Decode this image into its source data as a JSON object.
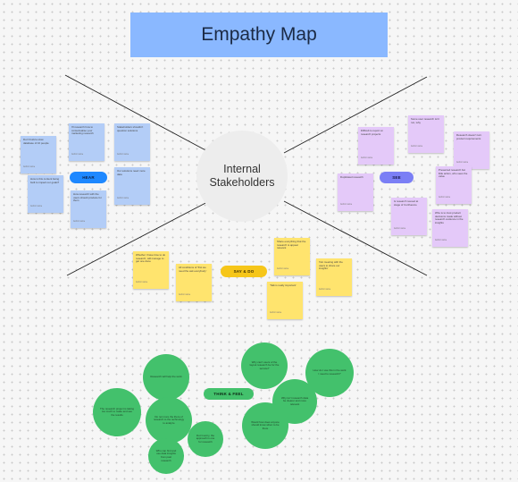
{
  "title": "Empathy Map",
  "center": {
    "line1": "Internal",
    "line2": "Stakeholders"
  },
  "quadrants": {
    "hear": {
      "label": "HEAR",
      "color": "#1e88ff"
    },
    "see": {
      "label": "SEE",
      "color": "#7b7ff5"
    },
    "say_do": {
      "label": "SAY & DO",
      "color": "#f6c619"
    },
    "think_feel": {
      "label": "THINK & FEEL",
      "color": "#43c16c"
    }
  },
  "hear_notes": [
    {
      "text": "Don't build a slow database of 10 people",
      "author": "Author name"
    },
    {
      "text": "I'll research how to contextualise your marketing research",
      "author": "Author name"
    },
    {
      "text": "Stakeholders shouldn't question solutions",
      "author": "Author name"
    },
    {
      "text": "How is this content being built to impact our goals?",
      "author": "Author name"
    },
    {
      "text": "Our solutions need more data",
      "author": "Author name"
    },
    {
      "text": "How research with the users should produce for them",
      "author": "Author name"
    }
  ],
  "see_notes": [
    {
      "text": "Difficult to report on research projects",
      "author": "Author name"
    },
    {
      "text": "Some user research isn't run, why",
      "author": "Author name"
    },
    {
      "text": "Research doesn't turn product requirements",
      "author": "Author name"
    },
    {
      "text": "Duplicated research",
      "author": "Author name"
    },
    {
      "text": "Presented research but little action, who sees the value",
      "author": "Author name"
    },
    {
      "text": "Is research reused at stage of Confluence",
      "author": "Author name"
    },
    {
      "text": "Who is to trust product decisions made without research evidence in the insights",
      "author": "Author name"
    }
  ],
  "say_do_notes": [
    {
      "text": "Whether I have time to do research, will manage to get one done",
      "author": "Author name"
    },
    {
      "text": "Share everything that the research is appear relevant",
      "author": "Author name"
    },
    {
      "text": "All conditions of 'first we need the ask everybody'",
      "author": "Author name"
    },
    {
      "text": "'Not meeting with the users to share our insights'",
      "author": "Author name"
    },
    {
      "text": "'Talk is really important'",
      "author": "Author name"
    }
  ],
  "think_feel_bubbles": [
    {
      "text": "Research will help the work"
    },
    {
      "text": "Why can't users of the layout research be for the service?"
    },
    {
      "text": "How do I use this in the work I need to research?"
    },
    {
      "text": "The research project is taking too much to make and see the results"
    },
    {
      "text": "Do not more the there of research to the technology to analyze"
    },
    {
      "text": "Why isn't research data be clearer and more relevant"
    },
    {
      "text": "Would how does anyone should know when to be there"
    },
    {
      "text": "Don't worry, the approach is one for research"
    },
    {
      "text": "Who can find and use data insights from past research"
    }
  ]
}
